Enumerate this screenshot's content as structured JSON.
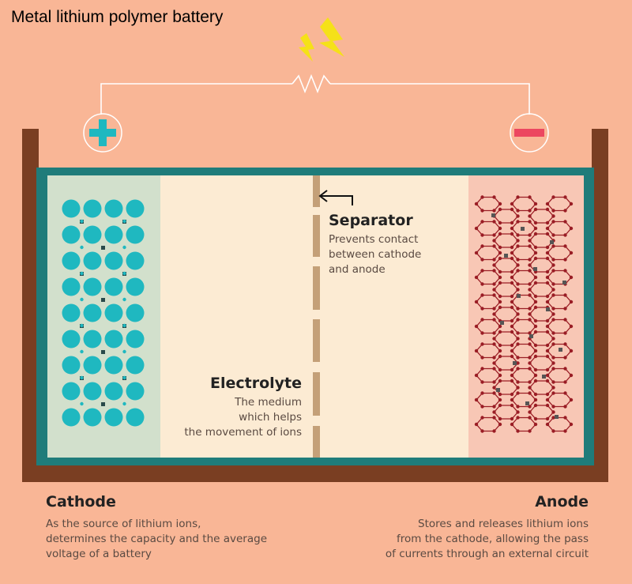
{
  "title": "Metal lithium polymer battery",
  "separator": {
    "title": "Separator",
    "description": [
      "Prevents contact",
      "between cathode",
      "and anode"
    ]
  },
  "electrolyte": {
    "title": "Electrolyte",
    "description": [
      "The medium",
      "which helps",
      "the movement of ions"
    ]
  },
  "cathode": {
    "title": "Cathode",
    "description": [
      "As the source of lithium ions,",
      "determines the capacity and the average",
      "voltage of a battery"
    ]
  },
  "anode": {
    "title": "Anode",
    "description": [
      "Stores and releases lithium ions",
      "from the cathode, allowing the pass",
      "of currents through an external circuit"
    ]
  },
  "colors": {
    "background": "#F9B696",
    "casing": "#7A3E22",
    "frame": "#1F7C7A",
    "cathode_region": "#D2E0CC",
    "electrolyte_region": "#FCEBD3",
    "anode_region": "#F8C7B5",
    "cathode_atoms": "#1FB8C0",
    "anode_lattice": "#9A1D25",
    "separator": "#C4A078",
    "plus_terminal": "#1FB8C0",
    "minus_terminal": "#EC4760",
    "bolt": "#F5E118"
  },
  "icons": [
    "plus-terminal-icon",
    "minus-terminal-icon",
    "lightning-icon",
    "resistor-icon",
    "arrow-left-icon"
  ]
}
